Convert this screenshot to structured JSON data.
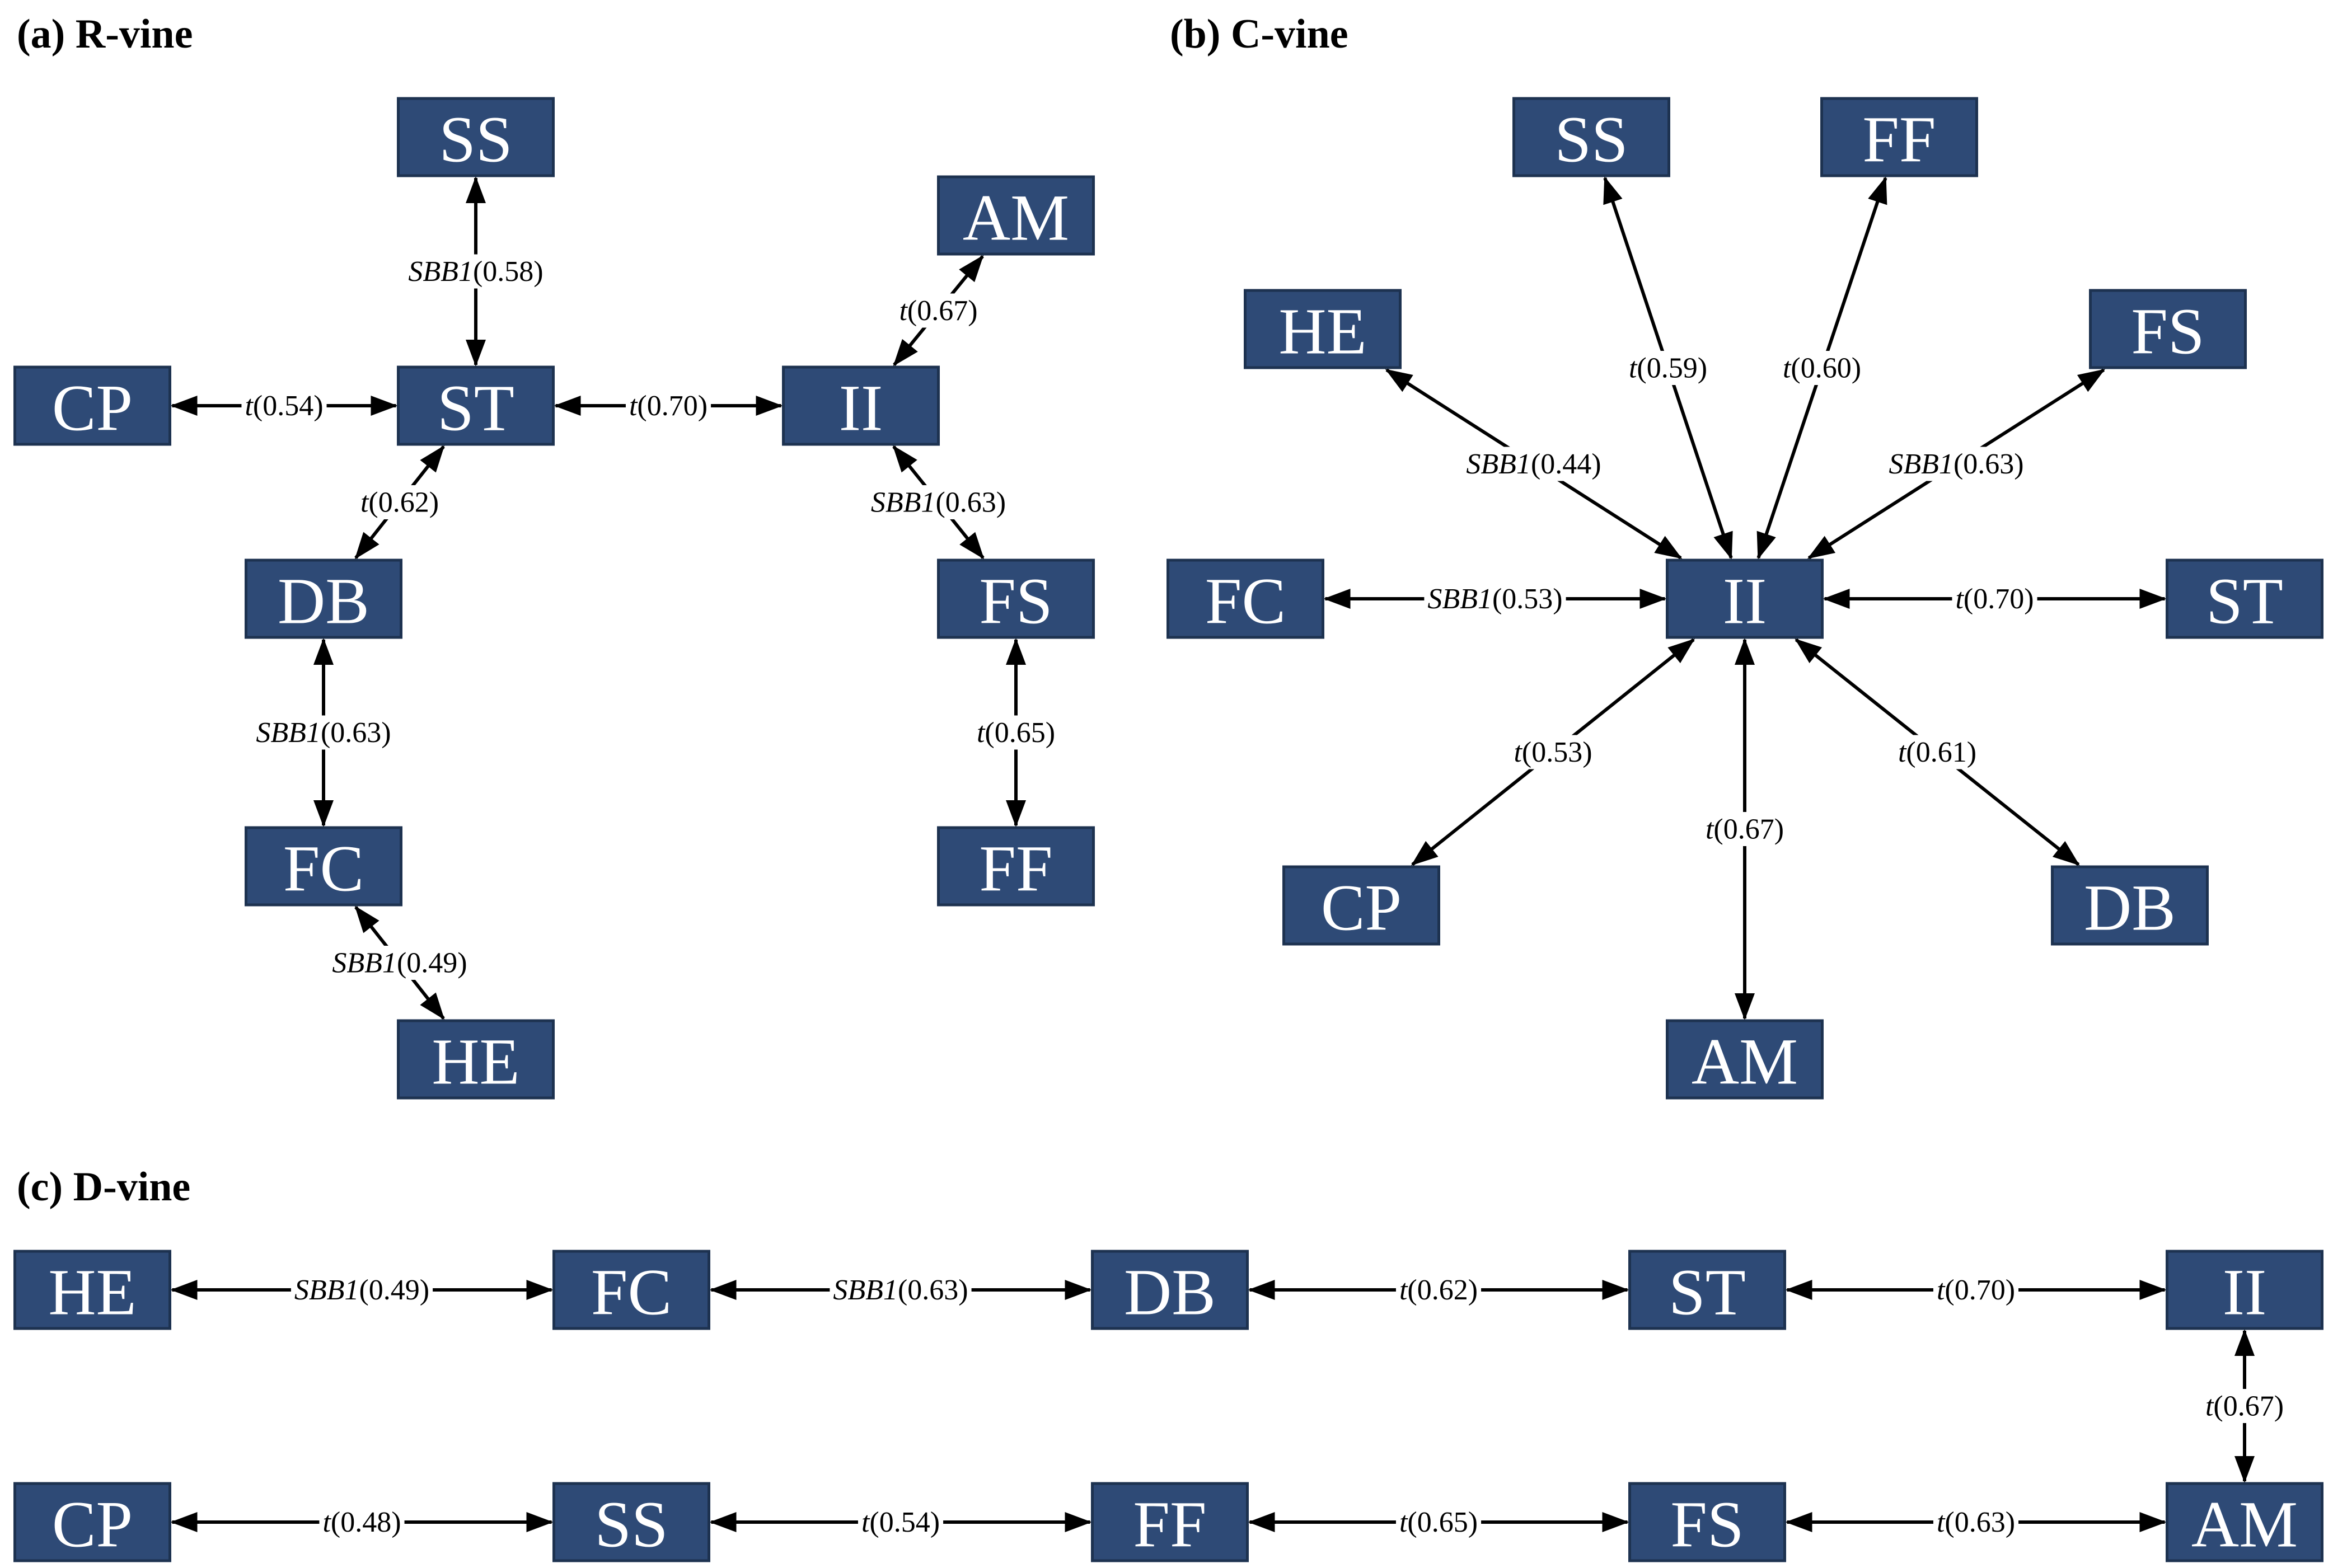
{
  "panels": [
    {
      "id": "a",
      "title": "(a) R-vine",
      "nodes": {
        "SS": "SS",
        "AM": "AM",
        "CP": "CP",
        "ST": "ST",
        "II": "II",
        "DB": "DB",
        "FS": "FS",
        "FC": "FC",
        "FF": "FF",
        "HE": "HE"
      },
      "edges": [
        {
          "from": "SS",
          "to": "ST",
          "family": "SBB1",
          "value": "(0.58)"
        },
        {
          "from": "AM",
          "to": "II",
          "family": "t",
          "value": "(0.67)"
        },
        {
          "from": "CP",
          "to": "ST",
          "family": "t",
          "value": "(0.54)"
        },
        {
          "from": "ST",
          "to": "II",
          "family": "t",
          "value": "(0.70)"
        },
        {
          "from": "ST",
          "to": "DB",
          "family": "t",
          "value": "(0.62)"
        },
        {
          "from": "II",
          "to": "FS",
          "family": "SBB1",
          "value": "(0.63)"
        },
        {
          "from": "DB",
          "to": "FC",
          "family": "SBB1",
          "value": "(0.63)"
        },
        {
          "from": "FS",
          "to": "FF",
          "family": "t",
          "value": "(0.65)"
        },
        {
          "from": "FC",
          "to": "HE",
          "family": "SBB1",
          "value": "(0.49)"
        }
      ]
    },
    {
      "id": "b",
      "title": "(b) C-vine",
      "nodes": {
        "SS": "SS",
        "FF": "FF",
        "HE": "HE",
        "FS": "FS",
        "FC": "FC",
        "II": "II",
        "ST": "ST",
        "CP": "CP",
        "DB": "DB",
        "AM": "AM"
      },
      "edges": [
        {
          "from": "II",
          "to": "SS",
          "family": "t",
          "value": "(0.59)"
        },
        {
          "from": "II",
          "to": "FF",
          "family": "t",
          "value": "(0.60)"
        },
        {
          "from": "II",
          "to": "HE",
          "family": "SBB1",
          "value": "(0.44)"
        },
        {
          "from": "II",
          "to": "FS",
          "family": "SBB1",
          "value": "(0.63)"
        },
        {
          "from": "II",
          "to": "FC",
          "family": "SBB1",
          "value": "(0.53)"
        },
        {
          "from": "II",
          "to": "ST",
          "family": "t",
          "value": "(0.70)"
        },
        {
          "from": "II",
          "to": "CP",
          "family": "t",
          "value": "(0.53)"
        },
        {
          "from": "II",
          "to": "AM",
          "family": "t",
          "value": "(0.67)"
        },
        {
          "from": "II",
          "to": "DB",
          "family": "t",
          "value": "(0.61)"
        }
      ]
    },
    {
      "id": "c",
      "title": "(c) D-vine",
      "nodes": {
        "HE": "HE",
        "FC": "FC",
        "DB": "DB",
        "ST": "ST",
        "II": "II",
        "CP": "CP",
        "SS": "SS",
        "FF": "FF",
        "FS": "FS",
        "AM": "AM"
      },
      "edges": [
        {
          "from": "HE",
          "to": "FC",
          "family": "SBB1",
          "value": "(0.49)"
        },
        {
          "from": "FC",
          "to": "DB",
          "family": "SBB1",
          "value": "(0.63)"
        },
        {
          "from": "DB",
          "to": "ST",
          "family": "t",
          "value": "(0.62)"
        },
        {
          "from": "ST",
          "to": "II",
          "family": "t",
          "value": "(0.70)"
        },
        {
          "from": "II",
          "to": "AM",
          "family": "t",
          "value": "(0.67)"
        },
        {
          "from": "CP",
          "to": "SS",
          "family": "t",
          "value": "(0.48)"
        },
        {
          "from": "SS",
          "to": "FF",
          "family": "t",
          "value": "(0.54)"
        },
        {
          "from": "FF",
          "to": "FS",
          "family": "t",
          "value": "(0.65)"
        },
        {
          "from": "FS",
          "to": "AM",
          "family": "t",
          "value": "(0.63)"
        }
      ]
    }
  ]
}
